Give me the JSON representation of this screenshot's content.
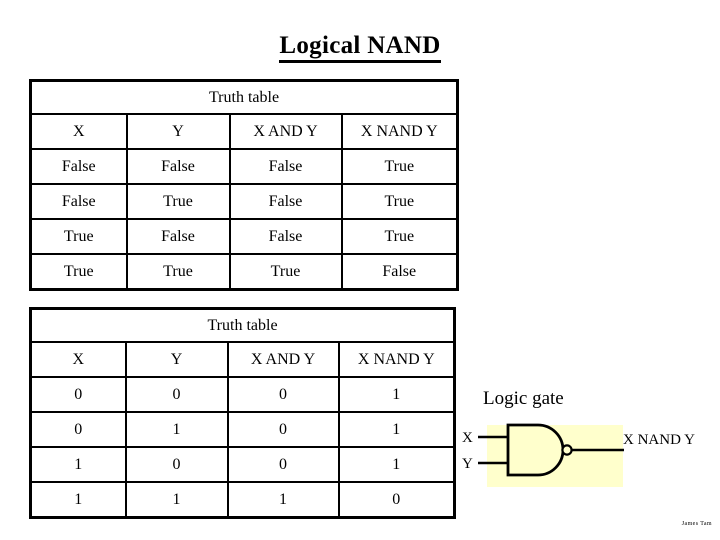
{
  "slide": {
    "title": "Logical NAND",
    "credit": "James Tam"
  },
  "tables": [
    {
      "id": "words",
      "caption": "Truth table",
      "columns": [
        "X",
        "Y",
        "X AND Y",
        "X NAND Y"
      ],
      "rows": [
        [
          "False",
          "False",
          "False",
          "True"
        ],
        [
          "False",
          "True",
          "False",
          "True"
        ],
        [
          "True",
          "False",
          "False",
          "True"
        ],
        [
          "True",
          "True",
          "True",
          "False"
        ]
      ]
    },
    {
      "id": "binary",
      "caption": "Truth table",
      "columns": [
        "X",
        "Y",
        "X AND Y",
        "X NAND Y"
      ],
      "rows": [
        [
          "0",
          "0",
          "0",
          "1"
        ],
        [
          "0",
          "1",
          "0",
          "1"
        ],
        [
          "1",
          "0",
          "0",
          "1"
        ],
        [
          "1",
          "1",
          "1",
          "0"
        ]
      ]
    }
  ],
  "logic_gate": {
    "heading": "Logic gate",
    "input_x": "X",
    "input_y": "Y",
    "output": "X NAND Y",
    "gate_type": "NAND",
    "backdrop_color": "#FFFFCC",
    "line_color": "#000000"
  }
}
